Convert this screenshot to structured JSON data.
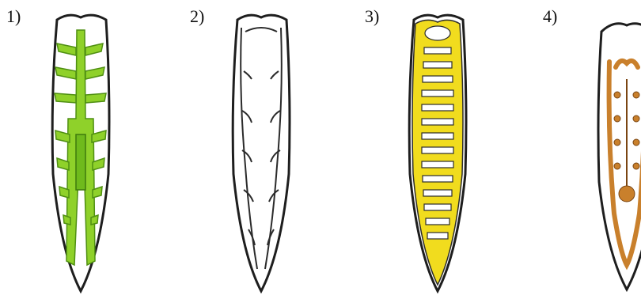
{
  "figures": [
    {
      "label": "1)",
      "fill_color": "#8fd12a",
      "edge_color": "#4f8f12",
      "system": "digestive"
    },
    {
      "label": "2)",
      "fill_color": "#ffffff",
      "edge_color": "#2b2b2b",
      "system": "excretory"
    },
    {
      "label": "3)",
      "fill_color": "#f1dc1e",
      "edge_color": "#2b2b2b",
      "system": "nervous"
    },
    {
      "label": "4)",
      "fill_color": "#c9802c",
      "edge_color": "#7a4512",
      "system": "reproductive"
    }
  ],
  "colors": {
    "body_outline": "#1e1e1e",
    "body_fill": "#ffffff"
  }
}
